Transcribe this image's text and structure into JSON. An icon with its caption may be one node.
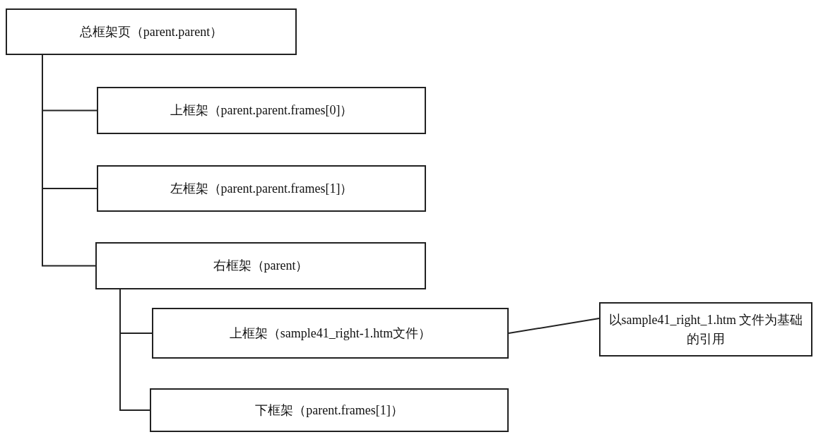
{
  "diagram": {
    "nodes": [
      {
        "text": [
          "总框架页（parent.parent）"
        ]
      },
      {
        "text": [
          "上框架（parent.parent.frames[0]）"
        ]
      },
      {
        "text": [
          "左框架（parent.parent.frames[1]）"
        ]
      },
      {
        "text": [
          "右框架（parent）"
        ]
      },
      {
        "text": [
          "上框架（sample41_right-1.htm文件）"
        ]
      },
      {
        "text": [
          "下框架（parent.frames[1]）"
        ]
      },
      {
        "text": [
          "以sample41_right_1.htm 文件为基础的引用"
        ]
      }
    ],
    "edges": [
      {
        "from": 0,
        "to": 1,
        "arrow": "none"
      },
      {
        "from": 0,
        "to": 2,
        "arrow": "none"
      },
      {
        "from": 0,
        "to": 3,
        "arrow": "none"
      },
      {
        "from": 3,
        "to": 4,
        "arrow": "none"
      },
      {
        "from": 3,
        "to": 5,
        "arrow": "none"
      },
      {
        "from": 6,
        "to": 4,
        "arrow": "none"
      }
    ]
  }
}
